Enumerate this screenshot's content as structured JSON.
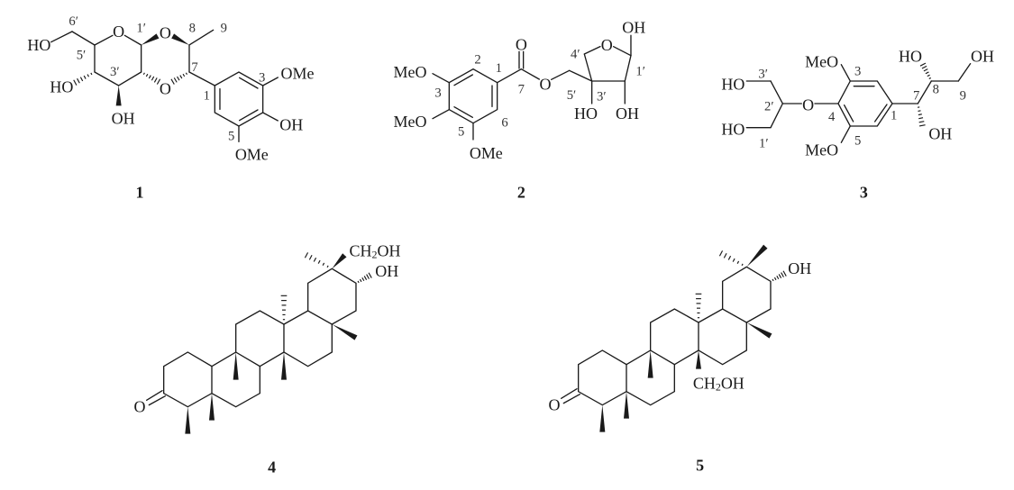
{
  "compounds": [
    {
      "label": "1",
      "atoms": [
        "HO",
        "O",
        "O",
        "HO",
        "OH",
        "O",
        "OMe",
        "OH",
        "OMe"
      ],
      "locants": [
        "6′",
        "5′",
        "3′",
        "1′",
        "8",
        "9",
        "7",
        "1",
        "3",
        "5"
      ]
    },
    {
      "label": "2",
      "atoms": [
        "MeO",
        "MeO",
        "OMe",
        "O",
        "O",
        "O",
        "OH",
        "OH",
        "HO"
      ],
      "locants": [
        "2",
        "1",
        "7",
        "6",
        "3",
        "5",
        "4′",
        "5′",
        "3′",
        "1′"
      ]
    },
    {
      "label": "3",
      "atoms": [
        "HO",
        "O",
        "HO",
        "MeO",
        "MeO",
        "OH",
        "HO",
        "OH"
      ],
      "locants": [
        "3′",
        "2′",
        "1′",
        "3",
        "4",
        "5",
        "1",
        "7",
        "8",
        "9"
      ]
    },
    {
      "label": "4",
      "atoms": [
        "O",
        "CH",
        "2",
        "OH",
        "OH"
      ]
    },
    {
      "label": "5",
      "atoms": [
        "O",
        "CH",
        "2",
        "OH",
        "OH"
      ]
    }
  ]
}
